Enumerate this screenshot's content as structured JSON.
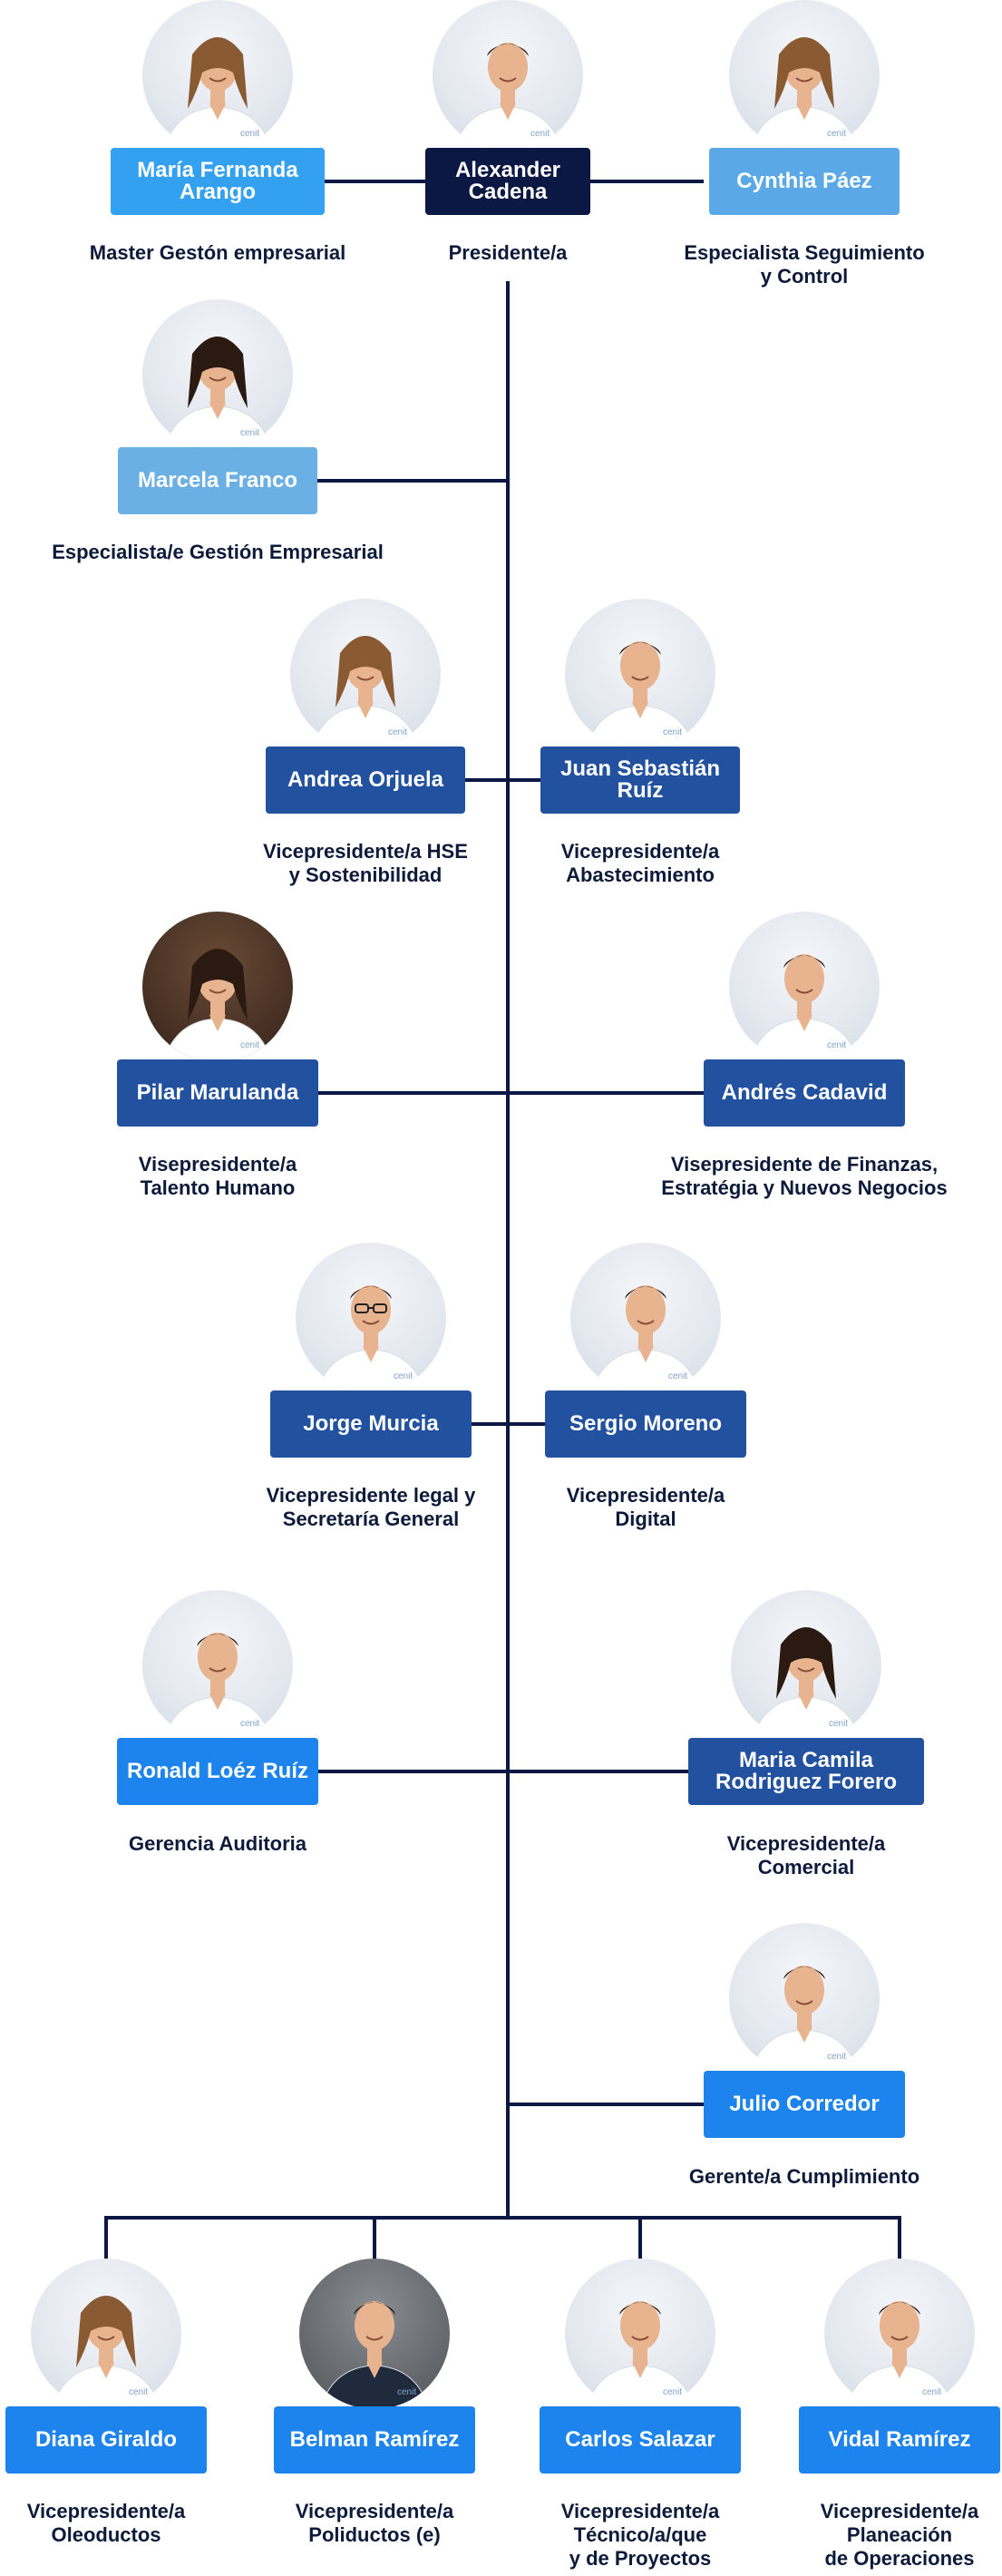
{
  "org_chart": {
    "colors": {
      "president": "#0b1844",
      "light_blue": "#33a1f0",
      "soft_blue": "#5aa9e6",
      "pale_blue": "#6ab0e4",
      "royal_blue": "#22519f",
      "bright_blue": "#1d84ee",
      "lines": "#0b1844",
      "role_text": "#0d1a3a"
    },
    "people": [
      {
        "id": "p1",
        "name": "María Fernanda Arango",
        "role": "Master Gestón empresarial",
        "photo": "woman-light"
      },
      {
        "id": "p2",
        "name": "Alexander Cadena",
        "role": "Presidente/a",
        "photo": "man-smiling"
      },
      {
        "id": "p3",
        "name": "Cynthia Páez",
        "role": "Especialista Seguimiento\ny Control",
        "photo": "woman-light"
      },
      {
        "id": "p4",
        "name": "Marcela Franco",
        "role": "Especialista/e Gestión Empresarial",
        "photo": "woman-dark-hair"
      },
      {
        "id": "p5",
        "name": "Andrea Orjuela",
        "role": "Vicepresidente/a HSE\ny Sostenibilidad",
        "photo": "woman-light"
      },
      {
        "id": "p6",
        "name": "Juan Sebastián Ruíz",
        "role": "Vicepresidente/a\nAbastecimiento",
        "photo": "man-smiling"
      },
      {
        "id": "p7",
        "name": "Pilar Marulanda",
        "role": "Visepresidente/a\nTalento Humano",
        "photo": "woman-dark-bg"
      },
      {
        "id": "p8",
        "name": "Andrés Cadavid",
        "role": "Visepresidente de Finanzas,\nEstratégia y Nuevos Negocios",
        "photo": "man-smiling"
      },
      {
        "id": "p9",
        "name": "Jorge Murcia",
        "role": "Vicepresidente legal y\nSecretaría General",
        "photo": "man-glasses"
      },
      {
        "id": "p10",
        "name": "Sergio Moreno",
        "role": "Vicepresidente/a\nDigital",
        "photo": "man-smiling"
      },
      {
        "id": "p11",
        "name": "Ronald Loéz Ruíz",
        "role": "Gerencia Auditoria",
        "photo": "man-smiling"
      },
      {
        "id": "p12",
        "name": "Maria Camila Rodriguez Forero",
        "role": "Vicepresidente/a\nComercial",
        "photo": "woman-dark-hair"
      },
      {
        "id": "p13",
        "name": "Julio Corredor",
        "role": "Gerente/a Cumplimiento",
        "photo": "man-smiling"
      },
      {
        "id": "p14",
        "name": "Diana Giraldo",
        "role": "Vicepresidente/a\nOleoductos",
        "photo": "woman-light"
      },
      {
        "id": "p15",
        "name": "Belman Ramírez",
        "role": "Vicepresidente/a\nPoliductos (e)",
        "photo": "man-dark-shirt"
      },
      {
        "id": "p16",
        "name": "Carlos Salazar",
        "role": "Vicepresidente/a\nTécnico/a/que\ny de Proyectos",
        "photo": "man-smiling"
      },
      {
        "id": "p17",
        "name": "Vidal Ramírez",
        "role": "Vicepresidente/a\nPlaneación\nde Operaciones",
        "photo": "man-smiling"
      }
    ]
  }
}
